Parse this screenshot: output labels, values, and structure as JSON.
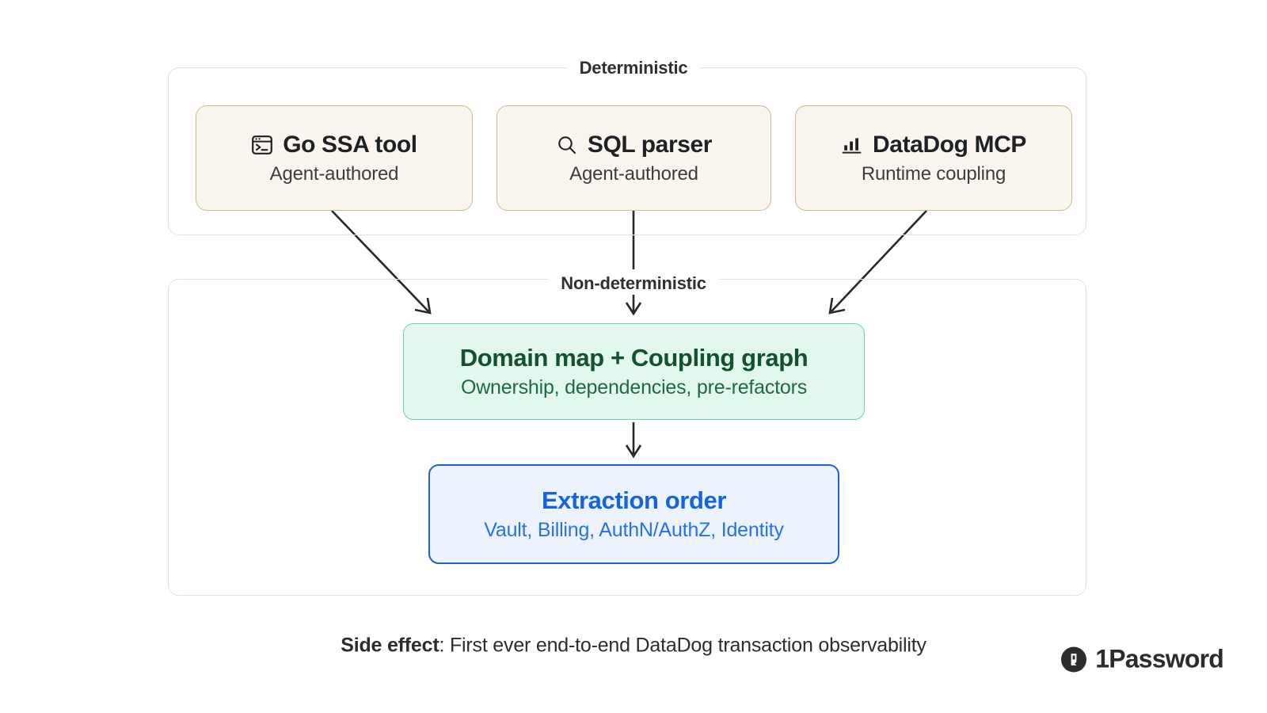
{
  "groups": [
    {
      "label": "Deterministic"
    },
    {
      "label": "Non-deterministic"
    }
  ],
  "tools": [
    {
      "icon": "terminal-icon",
      "title": "Go SSA tool",
      "subtitle": "Agent-authored"
    },
    {
      "icon": "magnifier-icon",
      "title": "SQL parser",
      "subtitle": "Agent-authored"
    },
    {
      "icon": "bar-chart-icon",
      "title": "DataDog MCP",
      "subtitle": "Runtime coupling"
    }
  ],
  "results": [
    {
      "title": "Domain map + Coupling graph",
      "subtitle": "Ownership, dependencies, pre-refactors",
      "accent": "#13512f",
      "fill": "#e2f7ee",
      "border": "#6ed0ad"
    },
    {
      "title": "Extraction order",
      "subtitle": "Vault, Billing, AuthN/AuthZ, Identity",
      "accent": "#1464e0",
      "fill": "#edf3fd",
      "border": "#1c62d4"
    }
  ],
  "footer": {
    "label": "Side effect",
    "separator": ": ",
    "text": "First ever end-to-end DataDog transaction observability"
  },
  "brand": {
    "name": "1Password",
    "icon": "onepassword-keyhole-icon",
    "color": "#2c2c2e"
  },
  "arrows": {
    "color": "#26282b",
    "count": 4
  }
}
